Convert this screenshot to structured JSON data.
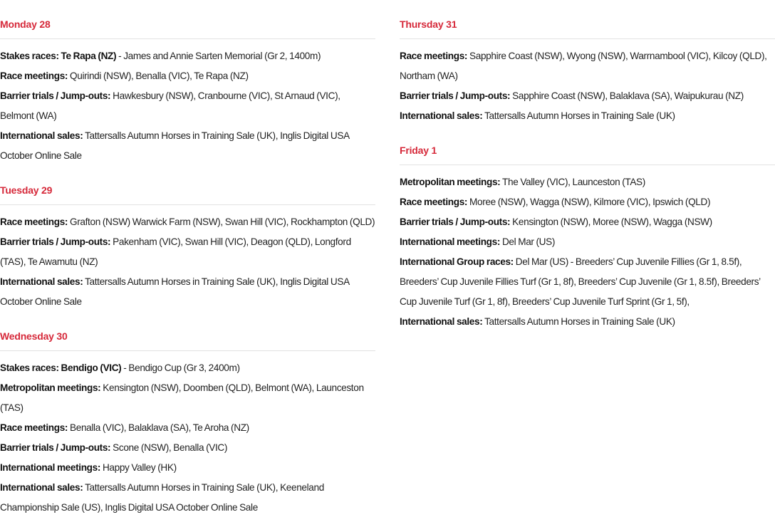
{
  "left_days": [
    {
      "title": "Monday 28",
      "entries": [
        {
          "label": "Stakes races:",
          "label_extra": " Te Rapa (NZ)",
          "value": " - James and Annie Sarten Memorial (Gr 2, 1400m)"
        },
        {
          "label": "Race meetings:",
          "label_extra": "",
          "value": " Quirindi (NSW), Benalla (VIC), Te Rapa (NZ)"
        },
        {
          "label": "Barrier trials / Jump-outs:",
          "label_extra": "",
          "value": " Hawkesbury (NSW), Cranbourne (VIC), St Arnaud (VIC), Belmont (WA)"
        },
        {
          "label": "International sales:",
          "label_extra": "",
          "value": " Tattersalls Autumn Horses in Training Sale (UK), Inglis Digital USA October Online Sale"
        }
      ]
    },
    {
      "title": "Tuesday 29",
      "entries": [
        {
          "label": "Race meetings:",
          "label_extra": "",
          "value": " Grafton (NSW) Warwick Farm (NSW), Swan Hill (VIC), Rockhampton (QLD)"
        },
        {
          "label": "Barrier trials / Jump-outs:",
          "label_extra": "",
          "value": " Pakenham (VIC), Swan Hill (VIC), Deagon (QLD), Longford (TAS), Te Awamutu (NZ)"
        },
        {
          "label": "International sales:",
          "label_extra": "",
          "value": " Tattersalls Autumn Horses in Training Sale (UK), Inglis Digital USA October Online Sale"
        }
      ]
    },
    {
      "title": "Wednesday 30",
      "entries": [
        {
          "label": "Stakes races:",
          "label_extra": " Bendigo (VIC)",
          "value": " - Bendigo Cup (Gr 3, 2400m)"
        },
        {
          "label": "Metropolitan meetings:",
          "label_extra": "",
          "value": " Kensington (NSW), Doomben (QLD), Belmont (WA), Launceston (TAS)"
        },
        {
          "label": "Race meetings:",
          "label_extra": "",
          "value": " Benalla (VIC), Balaklava (SA), Te Aroha (NZ)"
        },
        {
          "label": "Barrier trials / Jump-outs:",
          "label_extra": "",
          "value": " Scone (NSW), Benalla (VIC)"
        },
        {
          "label": "International meetings:",
          "label_extra": "",
          "value": " Happy Valley (HK)"
        },
        {
          "label": "International sales:",
          "label_extra": "",
          "value": " Tattersalls Autumn Horses in Training Sale (UK), Keeneland Championship Sale (US), Inglis Digital USA October Online Sale"
        }
      ]
    }
  ],
  "right_days": [
    {
      "title": "Thursday 31",
      "entries": [
        {
          "label": "Race meetings:",
          "label_extra": "",
          "value": " Sapphire Coast (NSW), Wyong (NSW), Warrnambool (VIC), Kilcoy (QLD), Northam (WA)"
        },
        {
          "label": "Barrier trials / Jump-outs:",
          "label_extra": "",
          "value": " Sapphire Coast (NSW), Balaklava (SA), Waipukurau (NZ)"
        },
        {
          "label": "International sales:",
          "label_extra": "",
          "value": " Tattersalls Autumn Horses in Training Sale (UK)"
        }
      ]
    },
    {
      "title": "Friday 1",
      "entries": [
        {
          "label": "Metropolitan meetings:",
          "label_extra": "",
          "value": " The Valley (VIC), Launceston (TAS)"
        },
        {
          "label": "Race meetings:",
          "label_extra": "",
          "value": " Moree (NSW), Wagga (NSW), Kilmore (VIC), Ipswich (QLD)"
        },
        {
          "label": "Barrier trials / Jump-outs:",
          "label_extra": "",
          "value": " Kensington (NSW), Moree (NSW), Wagga (NSW)"
        },
        {
          "label": "International meetings:",
          "label_extra": "",
          "value": " Del Mar (US)"
        },
        {
          "label": "International Group races:",
          "label_extra": "",
          "value": " Del Mar (US) - Breeders’ Cup Juvenile Fillies (Gr 1, 8.5f), Breeders’ Cup Juvenile Fillies Turf (Gr 1, 8f), Breeders’ Cup Juvenile (Gr 1, 8.5f), Breeders’ Cup Juvenile Turf (Gr 1, 8f), Breeders’ Cup Juvenile Turf Sprint (Gr 1, 5f),"
        },
        {
          "label": "International sales:",
          "label_extra": "",
          "value": " Tattersalls Autumn Horses in Training Sale (UK)"
        }
      ]
    }
  ]
}
